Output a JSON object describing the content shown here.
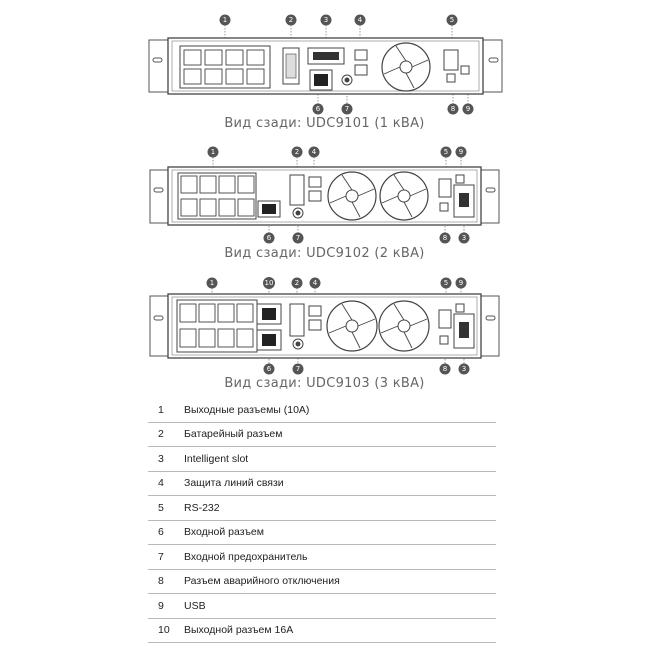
{
  "views": [
    {
      "id": "udc9101",
      "caption": "Вид сзади: UDC9101 (1 кВА)"
    },
    {
      "id": "udc9102",
      "caption": "Вид сзади: UDC9102 (2 кВА)"
    },
    {
      "id": "udc9103",
      "caption": "Вид сзади: UDC9103 (3 кВА)"
    }
  ],
  "callouts": [
    "1",
    "2",
    "3",
    "4",
    "5",
    "6",
    "7",
    "8",
    "9",
    "10"
  ],
  "legend": [
    {
      "num": "1",
      "label": "Выходные разъемы (10А)"
    },
    {
      "num": "2",
      "label": "Батарейный разъем"
    },
    {
      "num": "3",
      "label": "Intelligent slot"
    },
    {
      "num": "4",
      "label": "Защита линий связи"
    },
    {
      "num": "5",
      "label": "RS-232"
    },
    {
      "num": "6",
      "label": "Входной разъем"
    },
    {
      "num": "7",
      "label": "Входной предохранитель"
    },
    {
      "num": "8",
      "label": "Разъем аварийного отключения"
    },
    {
      "num": "9",
      "label": "USB"
    },
    {
      "num": "10",
      "label": "Выходной разъем 16А"
    }
  ],
  "colors": {
    "line": "#555555",
    "callout": "#555555",
    "caption": "#666666"
  }
}
